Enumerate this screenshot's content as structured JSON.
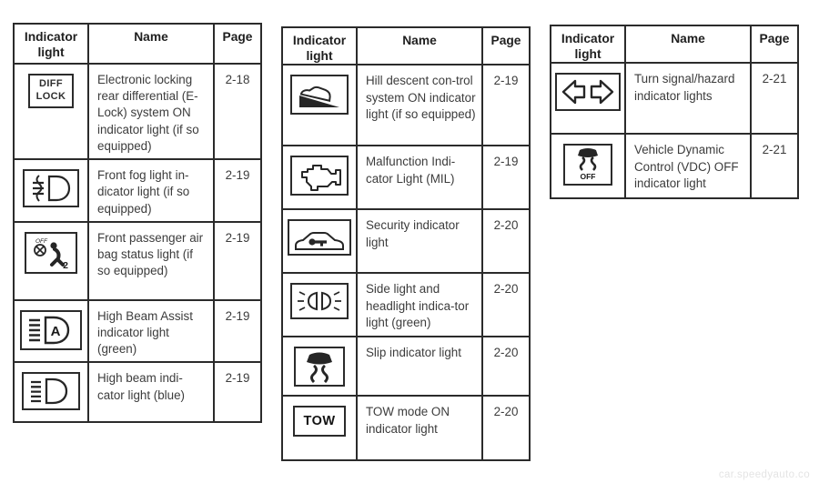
{
  "watermark": "car.speedyauto.co",
  "tables": [
    {
      "headers": {
        "indicator": "Indicator light",
        "name": "Name",
        "page": "Page"
      },
      "rows": [
        {
          "icon": "diff-lock-icon",
          "icon_label": "DIFF\nLOCK",
          "name": "Electronic locking rear differential (E-Lock) system ON indicator light (if so equipped)",
          "page": "2-18"
        },
        {
          "icon": "front-fog-light-icon",
          "name": "Front fog light in-dicator light (if so equipped)",
          "page": "2-19"
        },
        {
          "icon": "front-passenger-airbag-icon",
          "icon_tag": "OFF",
          "icon_sub": "2",
          "name": "Front passenger air bag status light (if so equipped)",
          "page": "2-19"
        },
        {
          "icon": "high-beam-assist-icon",
          "icon_sub": "A",
          "name": "High Beam Assist indicator light (green)",
          "page": "2-19"
        },
        {
          "icon": "high-beam-icon",
          "name": "High beam indi-cator light (blue)",
          "page": "2-19"
        }
      ]
    },
    {
      "headers": {
        "indicator": "Indicator light",
        "name": "Name",
        "page": "Page"
      },
      "rows": [
        {
          "icon": "hill-descent-icon",
          "name": "Hill descent con-trol system ON indicator light (if so equipped)",
          "page": "2-19"
        },
        {
          "icon": "malfunction-indicator-engine-icon",
          "name": "Malfunction Indi-cator Light (MIL)",
          "page": "2-19"
        },
        {
          "icon": "security-icon",
          "name": "Security indicator light",
          "page": "2-20"
        },
        {
          "icon": "side-light-headlight-icon",
          "name": "Side light and headlight indica-tor light (green)",
          "page": "2-20"
        },
        {
          "icon": "slip-icon",
          "name": "Slip indicator light",
          "page": "2-20"
        },
        {
          "icon": "tow-mode-icon",
          "icon_label": "TOW",
          "name": "TOW mode ON indicator light",
          "page": "2-20"
        }
      ]
    },
    {
      "headers": {
        "indicator": "Indicator light",
        "name": "Name",
        "page": "Page"
      },
      "rows": [
        {
          "icon": "turn-signal-hazard-icon",
          "name": "Turn signal/hazard indicator lights",
          "page": "2-21"
        },
        {
          "icon": "vdc-off-icon",
          "icon_label": "OFF",
          "name": "Vehicle Dynamic Control (VDC) OFF indicator light",
          "page": "2-21"
        }
      ]
    }
  ]
}
